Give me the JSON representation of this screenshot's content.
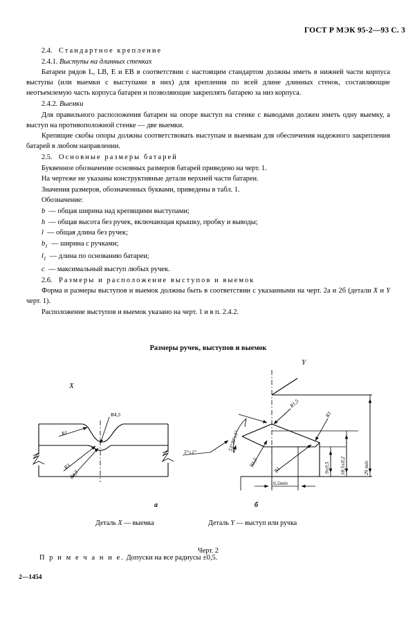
{
  "header": {
    "running_title": "ГОСТ Р МЭК 95-2—93 С. 3"
  },
  "body": {
    "clause_2_4_num": "2.4.",
    "clause_2_4_title": "Стандартное крепление",
    "clause_2_4_1_num": "2.4.1.",
    "clause_2_4_1_title": "Выступы на длинных стенках",
    "para_2_4_1": "Батареи рядов L, LB, E и EB в соответствии с настоящим стандартом должны иметь в нижней части корпуса выступы (или выемки с выступами в них) для крепления по всей длине длинных стенок, составляющие неотъемлемую часть корпуса батареи и позволяющие закреплять батарею за низ корпуса.",
    "clause_2_4_2_num": "2.4.2.",
    "clause_2_4_2_title": "Выемки",
    "para_2_4_2_a": "Для правильного расположения батареи на опоре выступ на стенке с выводами должен иметь одну выемку, а выступ на противоположной стенке — две выемки.",
    "para_2_4_2_b": "Крепящие скобы опоры должны соответствовать выступам и выемкам для обеспечения надежного закрепления батарей в любом направлении.",
    "clause_2_5_num": "2.5.",
    "clause_2_5_title": "Основные размеры батарей",
    "para_2_5_a": "Буквенное обозначение основных размеров батарей приведено на черт. 1.",
    "para_2_5_b": "На чертеже не указаны конструктивные детали верхней части батареи.",
    "para_2_5_c": "Значения размеров, обозначенных буквами, приведены в табл. 1.",
    "para_2_5_d": "Обозначение:",
    "definitions": [
      {
        "symbol": "b",
        "sub": "",
        "text": "— общая ширина над крепящими выступами;"
      },
      {
        "symbol": "h",
        "sub": "",
        "text": "— общая высота без ручек, включающая крышку, пробку и выводы;"
      },
      {
        "symbol": "l",
        "sub": "",
        "text": "— общая длина без ручек;"
      },
      {
        "symbol": "b",
        "sub": "1",
        "text": "— ширина с ручками;"
      },
      {
        "symbol": "l",
        "sub": "1",
        "text": "— длина по основанию батареи;"
      },
      {
        "symbol": "c",
        "sub": "",
        "text": "— максимальный выступ любых ручек."
      }
    ],
    "clause_2_6_num": "2.6.",
    "clause_2_6_title": "Размеры и расположение выступов и выемок",
    "para_2_6_a_pre": "Форма и размеры выступов и выемок должны быть в соответствии с указанными на черт. 2а и 2б (детали ",
    "para_2_6_a_x": "X",
    "para_2_6_a_mid": " и ",
    "para_2_6_a_y": "Y",
    "para_2_6_a_post": " черт. 1).",
    "para_2_6_b": "Расположение выступов и выемок указано на черт. 1 и в п. 2.4.2."
  },
  "figure": {
    "title": "Размеры ручек, выступов и выемок",
    "axis_label_x": "X",
    "axis_label_y": "Y",
    "sub_a": "а",
    "sub_b": "б",
    "caption_x_prefix": "Деталь ",
    "caption_x_letter": "X",
    "caption_x_suffix": " — выемка",
    "caption_y_prefix": "Деталь ",
    "caption_y_letter": "Y",
    "caption_y_suffix": " — выступ или ручка",
    "number": "Черт. 2",
    "dimensions_detail_x": [
      {
        "id": "r1-top",
        "label": "R1"
      },
      {
        "id": "r4-5-top",
        "label": "R4,5"
      },
      {
        "id": "r3-bottom",
        "label": "R3"
      },
      {
        "id": "r4-5-bottom",
        "label": "R4,5"
      },
      {
        "id": "angle-5",
        "label": "5°±1°"
      }
    ],
    "dimensions_detail_y": [
      {
        "id": "angle-53-30",
        "label": "53°30'±1°"
      },
      {
        "id": "r1-5-upper",
        "label": "R1,5"
      },
      {
        "id": "r1-upper",
        "label": "R1"
      },
      {
        "id": "r1-5-lower",
        "label": "R1,5"
      },
      {
        "id": "r1-lower",
        "label": "R1"
      },
      {
        "id": "height-9",
        "label": "9±0,5"
      },
      {
        "id": "height-18-5",
        "label": "18,5±0,2"
      },
      {
        "id": "height-29",
        "label": "29 min"
      },
      {
        "id": "width-6-5",
        "label": "6,5min"
      }
    ]
  },
  "note": {
    "lead": "П р и м е ч а н и е.",
    "text": " Допуски на все радиусы ±0,5."
  },
  "folio": {
    "signature": "2—1454"
  }
}
